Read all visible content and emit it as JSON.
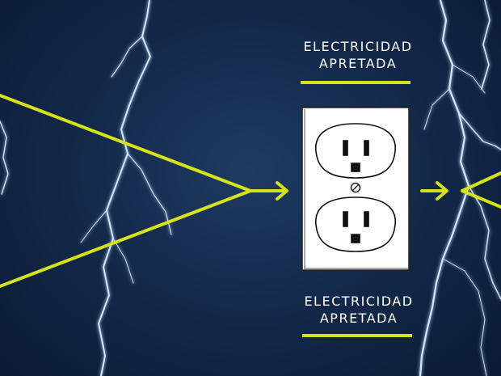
{
  "captions": {
    "top": {
      "line1": "ELECTRICIDAD",
      "line2": "APRETADA"
    },
    "bottom": {
      "line1": "ELECTRICIDAD",
      "line2": "APRETADA"
    }
  },
  "colors": {
    "background": "#142a4c",
    "accent_line": "#d6e21a",
    "lightning": "#cfe6ff",
    "caption_text": "#ffffff",
    "outlet_plate": "#ffffff"
  },
  "icons": {
    "background": "lightning-storm",
    "center": "electrical-outlet-icon",
    "left_arrow": "arrow-right-icon",
    "right_arrow": "arrow-right-icon"
  }
}
